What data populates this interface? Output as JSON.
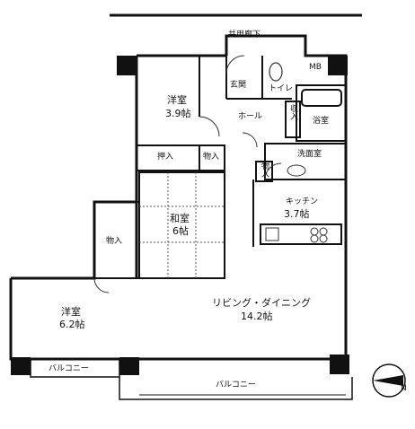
{
  "plan": {
    "corridor": "共用廊下",
    "mb": "MB",
    "entrance": "玄関",
    "toilet": "トイレ",
    "hall": "ホール",
    "bath": "浴室",
    "washroom": "洗面室",
    "storage_a": "収入",
    "storage_b": "物入",
    "storage_c": "物入",
    "storage_d": "押入",
    "storage_e": "物入",
    "kitchen_name": "キッチン",
    "kitchen_size": "3.7帖",
    "western1_name": "洋室",
    "western1_size": "3.9帖",
    "japanese_name": "和室",
    "japanese_size": "6帖",
    "western2_name": "洋室",
    "western2_size": "6.2帖",
    "living_name": "リビング・ダイニング",
    "living_size": "14.2帖",
    "balcony_small": "バルコニー",
    "balcony_main": "バルコニー",
    "north_mark": "N"
  }
}
